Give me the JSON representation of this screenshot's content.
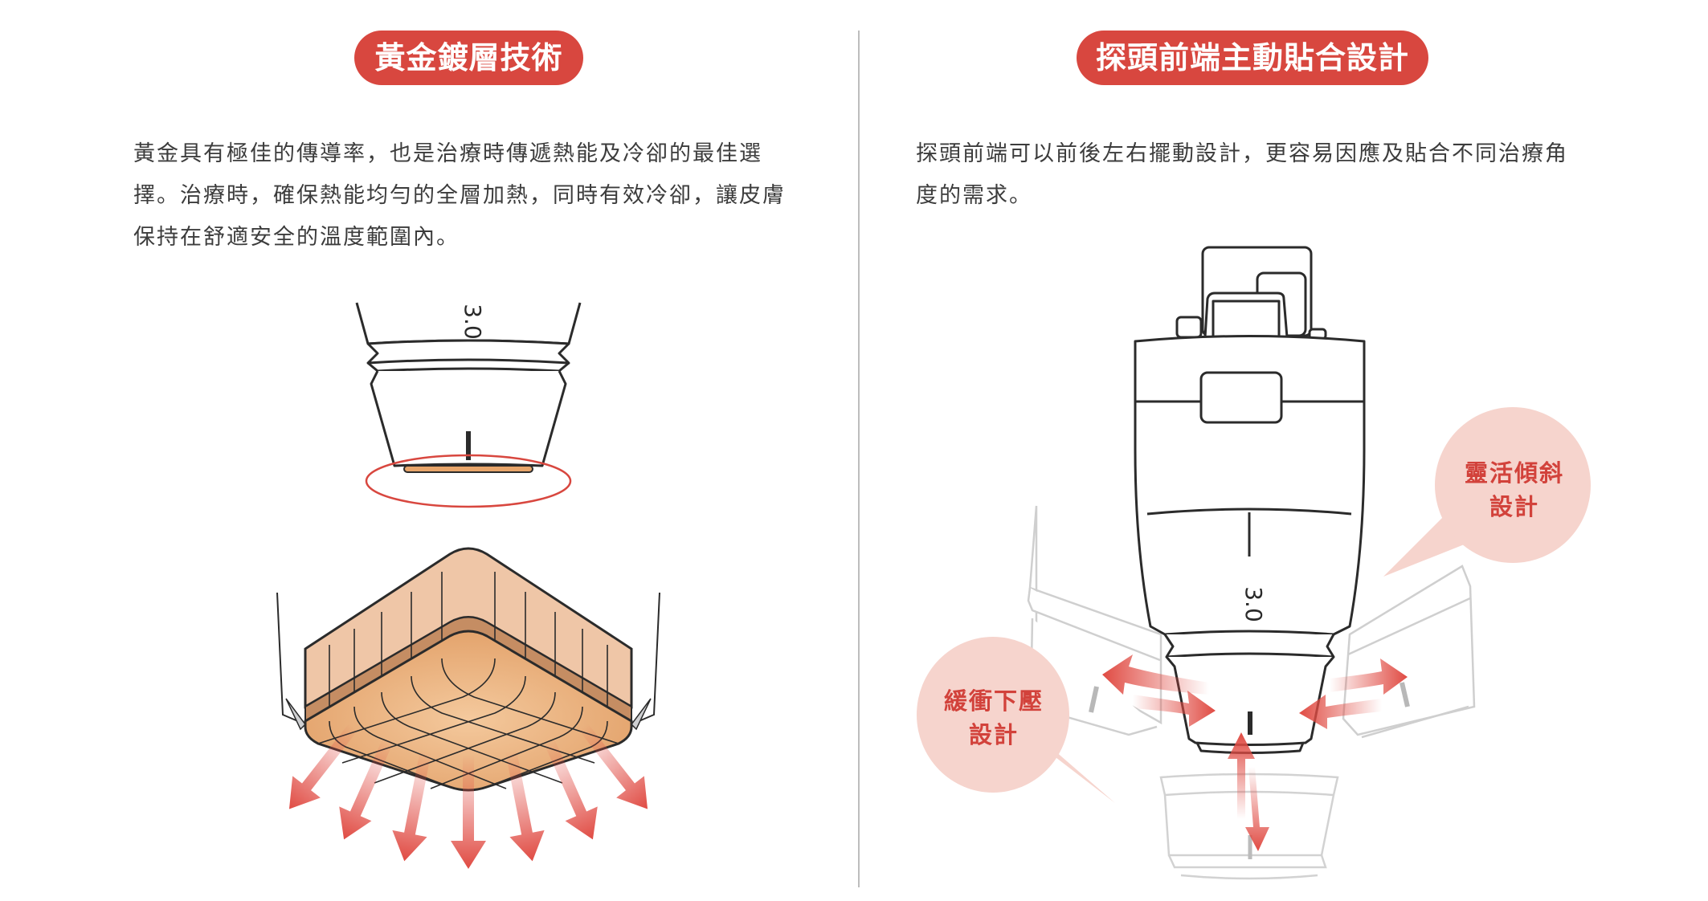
{
  "left_panel": {
    "title": "黃金鍍層技術",
    "paragraph_lines": [
      "黃金具有極佳的傳導率，也是治療時傳遞熱能及冷卻的最佳選",
      "擇。治療時，確保熱能均勻的全層加熱，同時有效冷卻，讓皮膚",
      "保持在舒適安全的溫度範圍內。"
    ],
    "probe_label": "3.0",
    "illustration": "gold-plated-tip-heat-distribution"
  },
  "right_panel": {
    "title": "探頭前端主動貼合設計",
    "paragraph_lines": [
      "探頭前端可以前後左右擺動設計，更容易因應及貼合不同治療角",
      "度的需求。"
    ],
    "probe_label": "3.0",
    "callouts": [
      {
        "line1": "靈活傾斜",
        "line2": "設計"
      },
      {
        "line1": "緩衝下壓",
        "line2": "設計"
      }
    ],
    "illustration": "probe-tilt-and-compress"
  },
  "colors": {
    "accent_red": "#d8473f",
    "bubble_fill": "#f6d4cd",
    "bubble_text": "#d2423b",
    "gold": "#e8a56a",
    "outline": "#2b2b2b",
    "ghost_outline": "#c9c9c9",
    "divider": "#bdbdbd"
  }
}
